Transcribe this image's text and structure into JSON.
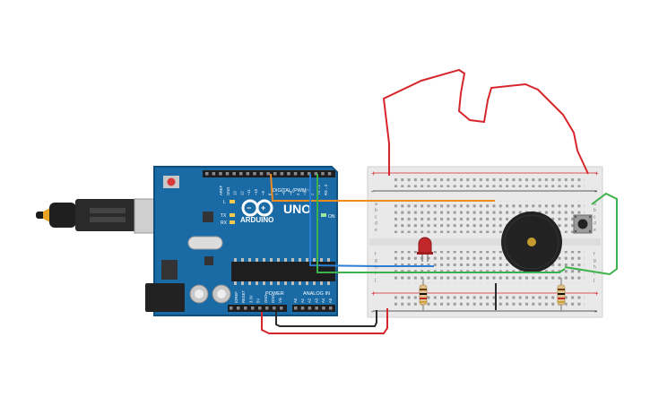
{
  "arduino": {
    "brand": "ARDUINO",
    "model": "UNO",
    "digital_label": "DIGITAL (PWM~)",
    "power_label": "POWER",
    "analog_label": "ANALOG IN",
    "on_label": "ON",
    "led_l_label": "L",
    "led_tx_label": "TX",
    "led_rx_label": "RX",
    "top_pin_labels": [
      "AREF",
      "GND",
      "13",
      "12",
      "~11",
      "~10",
      "~9",
      "8",
      "7",
      "~6",
      "~5",
      "4",
      "~3",
      "2",
      "TX→1",
      "RX←0"
    ],
    "power_pin_labels": [
      "IOREF",
      "RESET",
      "3.3V",
      "5V",
      "GND",
      "GND",
      "Vin"
    ],
    "analog_pin_labels": [
      "A0",
      "A1",
      "A2",
      "A3",
      "A4",
      "A5"
    ]
  },
  "breadboard": {
    "row_letters_top": [
      "a",
      "b",
      "c",
      "d",
      "e"
    ],
    "row_letters_bottom": [
      "f",
      "g",
      "h",
      "i",
      "j"
    ],
    "plus_sign": "+",
    "minus_sign": "-"
  },
  "colors": {
    "board": "#1a6aa6",
    "board_edge": "#0f4f80",
    "breadboard": "#e9e9e9",
    "wire_red": "#d7262b",
    "wire_black": "#2b2b2b",
    "wire_orange": "#f08a1c",
    "wire_blue": "#2a7fd4",
    "wire_green": "#3bb34a",
    "led": "#c0282a",
    "buzzer": "#222222"
  }
}
